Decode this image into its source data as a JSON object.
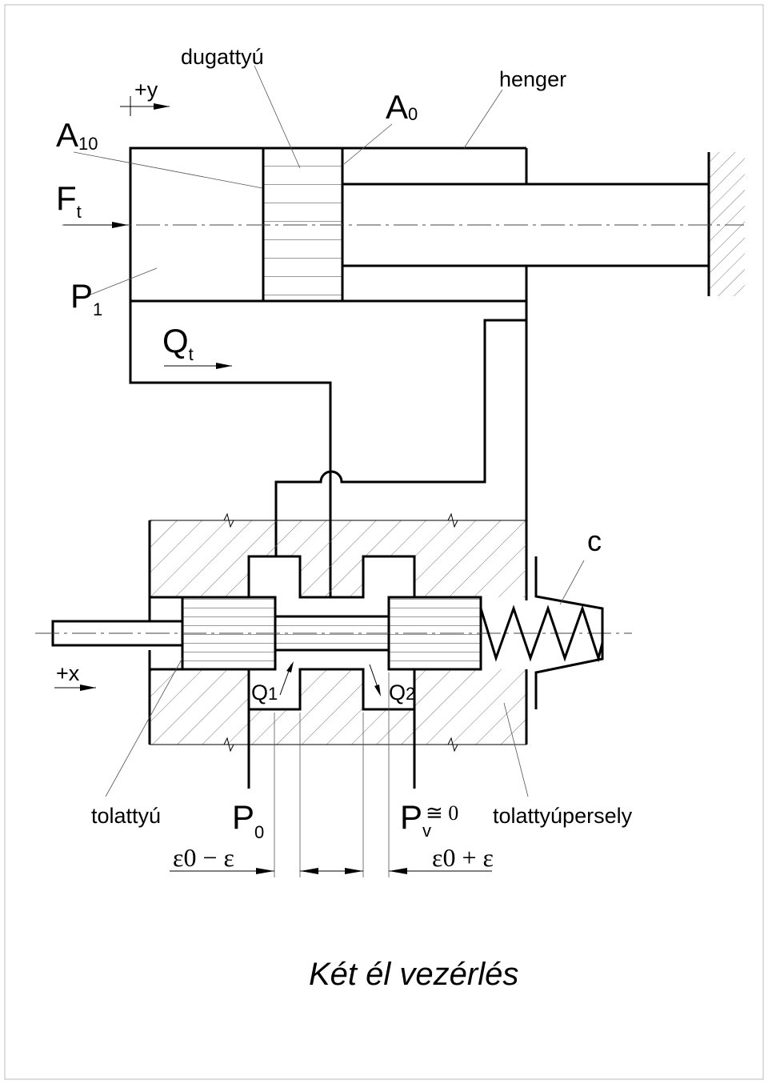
{
  "labels": {
    "piston": "dugattyú",
    "plus_y": "+y",
    "a10_main": "A",
    "a10_sub": "10",
    "a0_main": "A",
    "a0_sub": "0",
    "cylinder": "henger",
    "ft_main": "F",
    "ft_sub": "t",
    "p1_main": "P",
    "p1_sub": "1",
    "qt_main": "Q",
    "qt_sub": "t",
    "spring_c": "c",
    "plus_x": "+x",
    "q1_main": "Q",
    "q1_sub": "1",
    "q2_main": "Q",
    "q2_sub": "2",
    "spool": "tolattyú",
    "p0_main": "P",
    "p0_sub": "0",
    "pv_main": "P",
    "pv_sub": "v",
    "pv_approx": "≅ 0",
    "sleeve": "tolattyúpersely",
    "eps_minus": "ε0 − ε",
    "eps_plus": "ε0 + ε"
  },
  "caption": "Két él vezérlés",
  "colors": {
    "line": "#000000",
    "hatch": "#666666",
    "background": "#ffffff"
  }
}
